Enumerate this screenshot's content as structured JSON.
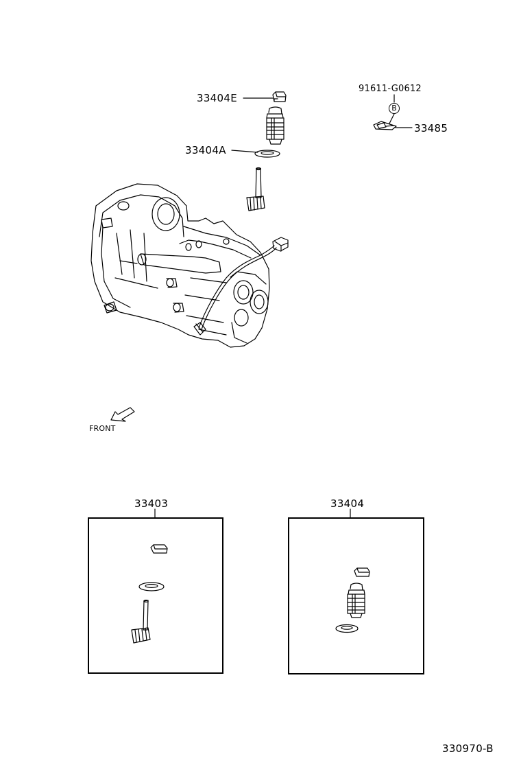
{
  "callouts": {
    "p33404E": "33404E",
    "p33404A": "33404A",
    "p91611": "91611-G0612",
    "ref_b": "B",
    "p33485": "33485",
    "front": "FRONT"
  },
  "kits": {
    "k33403": "33403",
    "k33404": "33404"
  },
  "footer": {
    "diagram_code": "330970-B"
  }
}
